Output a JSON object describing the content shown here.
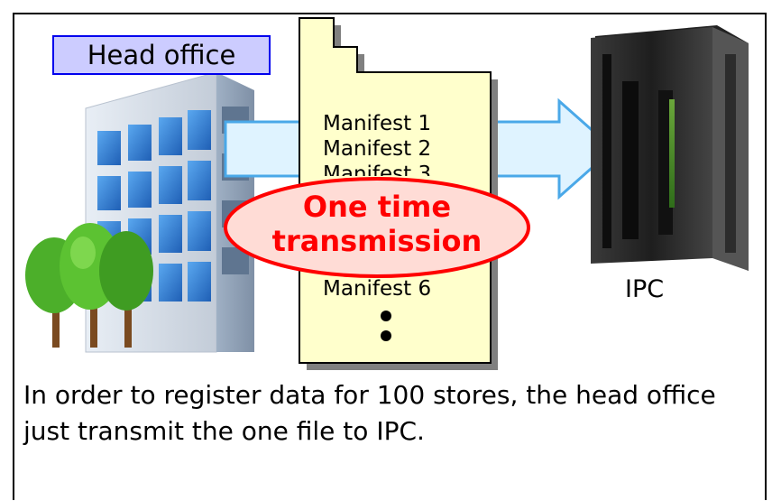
{
  "diagram": {
    "head_office_label": "Head office",
    "manifests": [
      "Manifest 1",
      "Manifest 2",
      "Manifest 3",
      "Manifest 6"
    ],
    "transmission_label_line1": "One time",
    "transmission_label_line2": "transmission",
    "ipc_label": "IPC",
    "caption": "In order to register data for 100 stores, the head office just transmit the one file to IPC.",
    "colors": {
      "head_office_box_fill": "#ccccff",
      "head_office_box_border": "#0000ee",
      "document_fill": "#ffffcc",
      "arrow_fill": "#dff3ff",
      "arrow_stroke": "#4aa8e8",
      "ellipse_fill": "#ffdcd6",
      "ellipse_stroke": "#ff0000",
      "ellipse_text": "#ff0000"
    }
  }
}
